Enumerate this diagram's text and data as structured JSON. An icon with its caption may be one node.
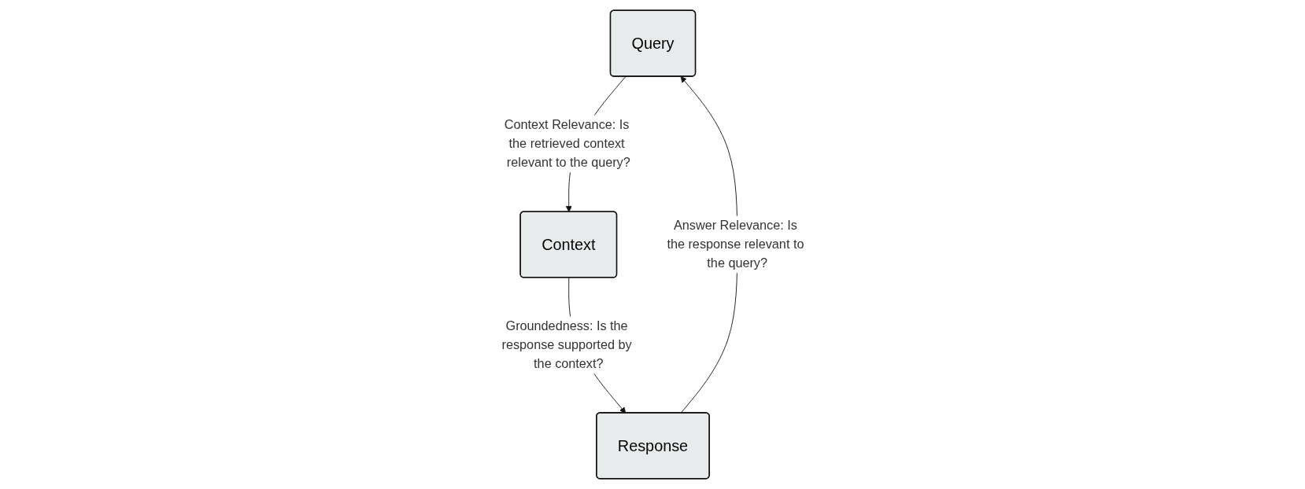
{
  "diagram": {
    "nodes": [
      {
        "text": [
          "Query"
        ]
      },
      {
        "text": [
          "Response"
        ]
      },
      {
        "text": [
          "Context"
        ]
      }
    ],
    "edges": [
      {
        "from": 1,
        "to": 0,
        "arrow": "to",
        "label": "Answer Relevance: Is the response relevant to the query?"
      },
      {
        "from": 0,
        "to": 2,
        "arrow": "to",
        "label": "Context Relevance: Is the retrieved context relevant to the query?"
      },
      {
        "from": 2,
        "to": 1,
        "arrow": "to",
        "label": "Groundedness: Is the response supported by the context?"
      }
    ]
  }
}
